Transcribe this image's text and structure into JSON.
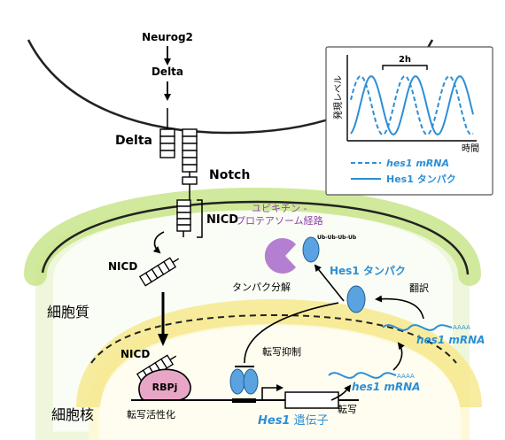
{
  "labels": {
    "neurog2": "Neurog2",
    "delta_upper": "Delta",
    "delta_membrane": "Delta",
    "notch": "Notch",
    "nicd_bracket": "NICD",
    "nicd_cytoplasm": "NICD",
    "nicd_nucleus": "NICD",
    "rbpj": "RBPj",
    "cytoplasm": "細胞質",
    "nucleus": "細胞核",
    "ubiquitin_line1": "ユビキチン -",
    "ubiquitin_line2": "プロテアソーム経路",
    "ub_chain": "Ub-Ub-Ub-Ub",
    "protein_degradation": "タンパク分解",
    "hes1_protein": "Hes1 タンパク",
    "translation": "翻訳",
    "hes1_mrna_cyto": "hes1 mRNA",
    "transcription_repression": "転写抑制",
    "hes1_mrna_nucleus": "hes1 mRNA",
    "transcription_activation": "転写活性化",
    "hes1_gene_name": "Hes1",
    "hes1_gene_suffix": " 遺伝子",
    "transcription": "転写"
  },
  "inset": {
    "period_label": "2h",
    "ylabel": "発現レベル",
    "xlabel": "時間",
    "legend": [
      {
        "style": "dashed",
        "label": "hes1 mRNA"
      },
      {
        "style": "solid",
        "label": "Hes1 タンパク"
      }
    ]
  },
  "colors": {
    "accent_blue": "#2c8fd6",
    "protein_blue": "#5aa2e0",
    "proteasome_purple": "#b47fd0",
    "cytoplasm_green": "#bfe07a",
    "nucleus_yellow": "#f7e98a",
    "rbpj_pink": "#e8a6c6"
  }
}
